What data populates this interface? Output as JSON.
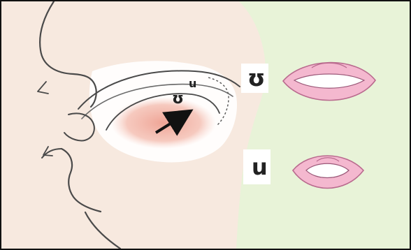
{
  "labels": {
    "tongue_symbol": "ʊ",
    "tongue_symbol_alt": "u",
    "top_lips_symbol": "ʊ",
    "bottom_lips_symbol": "u"
  },
  "colors": {
    "background": "#e8f3d8",
    "skin": "#f7e9df",
    "tongue": "#f0a89a",
    "lips": "#f4b8cf",
    "lip_outline": "#b96a8e",
    "outline": "#4a4a4a"
  },
  "icons": {
    "arrow": "arrow-icon",
    "mouth_open": "lips-icon",
    "mouth_round": "lips-icon"
  }
}
